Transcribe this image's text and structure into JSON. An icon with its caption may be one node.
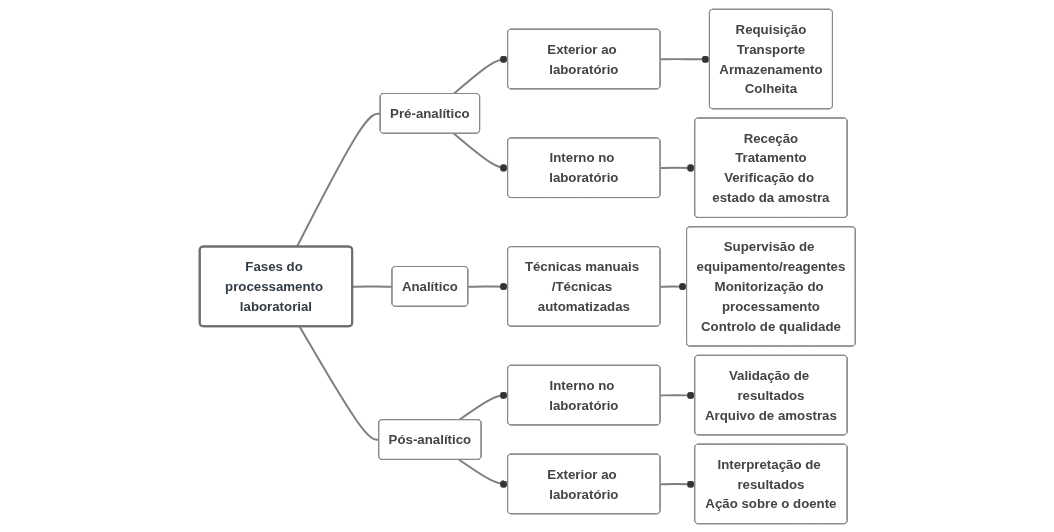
{
  "diagram": {
    "nodes": [
      {
        "text": [
          "Fases do processamento laboratorial"
        ]
      },
      {
        "text": [
          "Pré-analítico"
        ]
      },
      {
        "text": [
          "Exterior ao laboratório"
        ]
      },
      {
        "text": [
          "Requisição",
          "Transporte",
          "Armazenamento",
          "Colheita"
        ]
      },
      {
        "text": [
          "Interno no laboratório"
        ]
      },
      {
        "text": [
          "Receção",
          "Tratamento",
          "Verificação do estado da amostra"
        ]
      },
      {
        "text": [
          "Analítico"
        ]
      },
      {
        "text": [
          "Técnicas manuais /Técnicas automatizadas"
        ]
      },
      {
        "text": [
          "Supervisão de equipamento/reagentes",
          "Monitorização do processamento",
          "Controlo de qualidade"
        ]
      },
      {
        "text": [
          "Pós-analítico"
        ]
      },
      {
        "text": [
          "Interno no laboratório"
        ]
      },
      {
        "text": [
          "Validação de resultados",
          "Arquivo de amostras"
        ]
      },
      {
        "text": [
          "Exterior ao laboratório"
        ]
      },
      {
        "text": [
          "Interpretação de resultados",
          "Ação sobre o doente"
        ]
      }
    ],
    "edges": [
      {
        "from": 0,
        "to": 1,
        "arrow": "none"
      },
      {
        "from": 1,
        "to": 2,
        "arrow": "other"
      },
      {
        "from": 2,
        "to": 3,
        "arrow": "other"
      },
      {
        "from": 1,
        "to": 4,
        "arrow": "other"
      },
      {
        "from": 4,
        "to": 5,
        "arrow": "other"
      },
      {
        "from": 0,
        "to": 6,
        "arrow": "none"
      },
      {
        "from": 6,
        "to": 7,
        "arrow": "other"
      },
      {
        "from": 7,
        "to": 8,
        "arrow": "other"
      },
      {
        "from": 0,
        "to": 9,
        "arrow": "none"
      },
      {
        "from": 9,
        "to": 10,
        "arrow": "other"
      },
      {
        "from": 10,
        "to": 11,
        "arrow": "other"
      },
      {
        "from": 9,
        "to": 12,
        "arrow": "other"
      },
      {
        "from": 12,
        "to": 13,
        "arrow": "other"
      }
    ]
  }
}
